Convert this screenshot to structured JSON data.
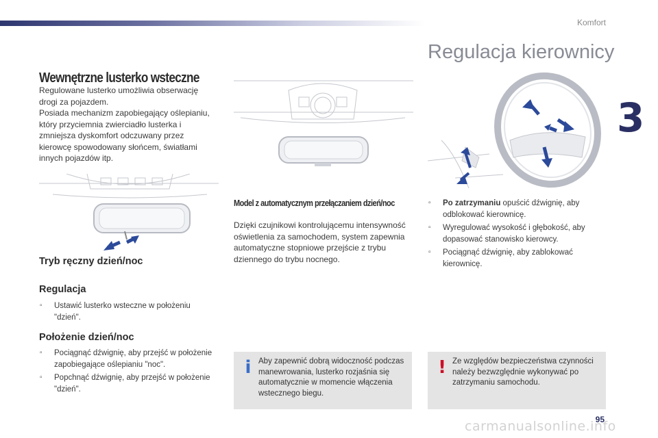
{
  "header": {
    "section_label": "Komfort",
    "chapter_number": "3",
    "page_title": "Regulacja kierownicy"
  },
  "mirror_section": {
    "heading": "Wewnętrzne lusterko wsteczne",
    "intro": "Regulowane lusterko umożliwia obserwację drogi za pojazdem.\nPosiada mechanizm zapobiegający oślepianiu, który przyciemnia zwierciadło lusterka i zmniejsza dyskomfort odczuwany przez kierowcę spowodowany słońcem, światłami innych pojazdów itp.",
    "manual_mode_heading": "Tryb ręczny dzień/noc",
    "adjust_heading": "Regulacja",
    "adjust_bullets": [
      "Ustawić lusterko wsteczne w położeniu \"dzień\"."
    ],
    "daynight_heading": "Położenie dzień/noc",
    "daynight_bullets": [
      "Pociągnąć dźwignię, aby przejść w położenie zapobiegające oślepianiu \"noc\".",
      "Popchnąć dźwignię, aby przejść w położenie \"dzień\"."
    ]
  },
  "auto_section": {
    "heading": "Model z automatycznym przełączaniem dzień/noc",
    "text": "Dzięki czujnikowi kontrolującemu intensywność oświetlenia za samochodem, system zapewnia automatyczne stopniowe przejście z trybu dziennego do trybu nocnego."
  },
  "steering_section": {
    "bullets": [
      {
        "bold": "Po zatrzymaniu",
        "text": " opuścić dźwignię, aby odblokować kierownicę."
      },
      {
        "bold": "",
        "text": "Wyregulować wysokość i głębokość, aby dopasować stanowisko kierowcy."
      },
      {
        "bold": "",
        "text": "Pociągnąć dźwignię, aby zablokować kierownicę."
      }
    ]
  },
  "info_box": {
    "icon": "i",
    "text": "Aby zapewnić dobrą widoczność podczas manewrowania, lusterko rozjaśnia się automatycznie w momencie włączenia wstecznego biegu."
  },
  "warning_box": {
    "icon": "!",
    "text": "Ze względów bezpieczeństwa czynności należy bezwzględnie wykonywać po zatrzymaniu samochodu."
  },
  "footer": {
    "page_number": "95",
    "watermark": "carmanualsonline.info"
  },
  "bullet_glyph": "",
  "colors": {
    "brand_navy": "#2a2f63",
    "title_gray": "#888b94",
    "box_gray": "#e4e4e4",
    "info_icon": "#3b6fc8",
    "warning_icon": "#cc0f28",
    "arrow_blue": "#2c4a9a"
  }
}
